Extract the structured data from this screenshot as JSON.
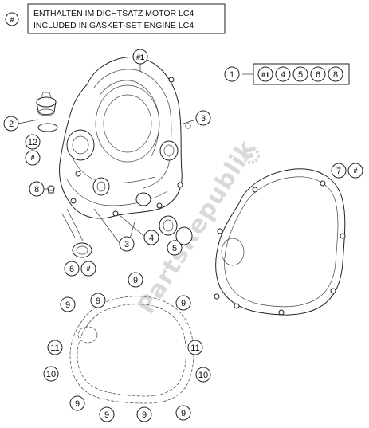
{
  "note": {
    "symbol": "#",
    "line1": "ENTHALTEN IM DICHTSATZ MOTOR LC4",
    "line2": "INCLUDED IN GASKET-SET ENGINE LC4"
  },
  "watermark": "PartsRepublik",
  "callouts": {
    "c_hash1_top": "#1",
    "c1_main": "1",
    "set_hash1": "#1",
    "set_4": "4",
    "set_5": "5",
    "set_6": "6",
    "set_8": "8",
    "c2": "2",
    "c3_upper": "3",
    "c12": "12",
    "c12_hash": "#",
    "c8": "8",
    "c7": "7",
    "c7_hash": "#",
    "c3_lower": "3",
    "c4": "4",
    "c5": "5",
    "c6": "6",
    "c6_hash": "#",
    "b9_top": "9",
    "b9_ul": "9",
    "b9_uc": "9",
    "b9_ur": "9",
    "b11_l": "11",
    "b11_r": "11",
    "b10_l": "10",
    "b10_r": "10",
    "b9_ll": "9",
    "b9_lc1": "9",
    "b9_lc2": "9",
    "b9_lr": "9"
  }
}
